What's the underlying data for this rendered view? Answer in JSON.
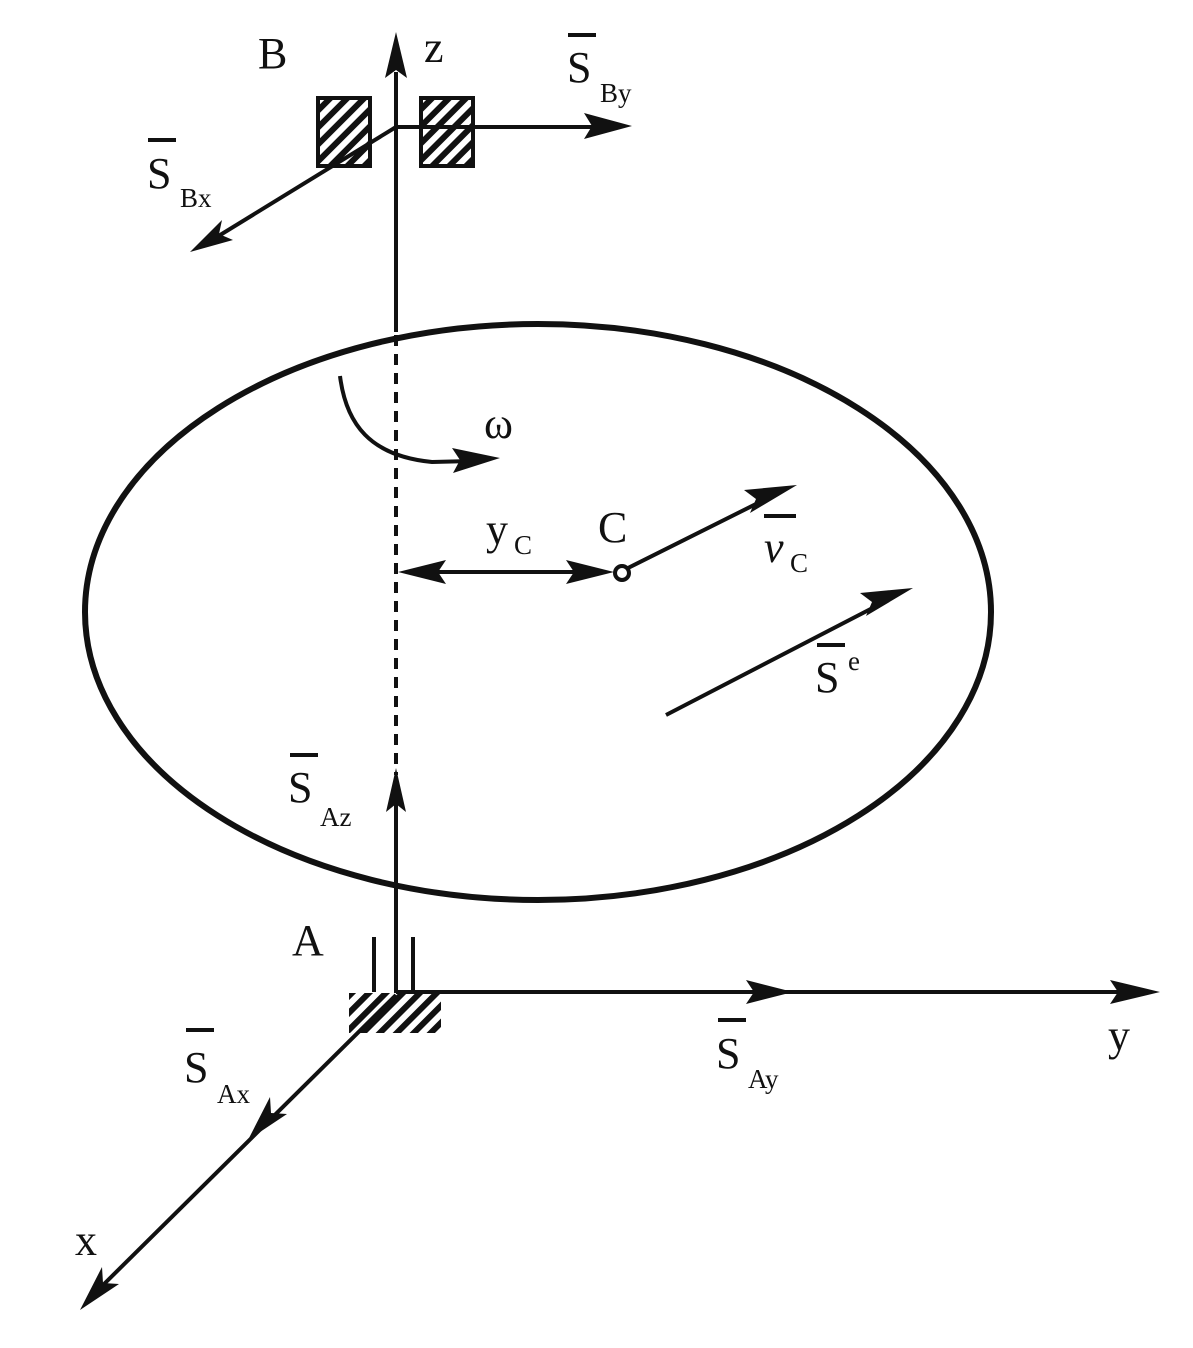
{
  "labels": {
    "point_b": "B",
    "point_a": "A",
    "point_c": "C",
    "axis_z": "z",
    "axis_y": "y",
    "axis_x": "x",
    "omega": "ω",
    "y_c_main": "y",
    "y_c_sub": "C",
    "s_by_main": "S",
    "s_by_sub": "By",
    "s_bx_main": "S",
    "s_bx_sub": "Bx",
    "v_c_main": "v",
    "v_c_sub": "C",
    "s_e_main": "S",
    "s_e_sup": "e",
    "s_az_main": "S",
    "s_az_sub": "Az",
    "s_ax_main": "S",
    "s_ax_sub": "Ax",
    "s_ay_main": "S",
    "s_ay_sub": "Ay"
  },
  "colors": {
    "ink": "#111111",
    "background": "#ffffff"
  }
}
